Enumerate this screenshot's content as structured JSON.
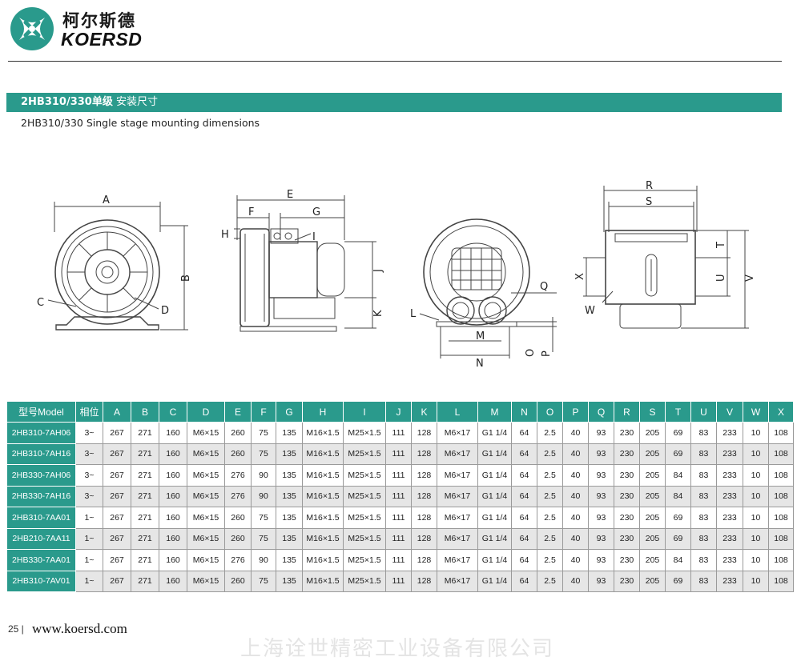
{
  "brand": {
    "cn_name": "柯尔斯德",
    "en_name": "KOERSD"
  },
  "section": {
    "title_bold": "2HB310/330单级",
    "title_normal": " 安装尺寸",
    "subtitle": "2HB310/330  Single stage mounting dimensions"
  },
  "drawing_labels": {
    "A": "A",
    "B": "B",
    "C": "C",
    "D": "D",
    "E": "E",
    "F": "F",
    "G": "G",
    "H": "H",
    "I": "I",
    "J": "J",
    "K": "K",
    "L": "L",
    "M": "M",
    "N": "N",
    "O": "O",
    "P": "P",
    "Q": "Q",
    "R": "R",
    "S": "S",
    "T": "T",
    "U": "U",
    "V": "V",
    "W": "W",
    "X": "X"
  },
  "table": {
    "headers": [
      "型号Model",
      "相位",
      "A",
      "B",
      "C",
      "D",
      "E",
      "F",
      "G",
      "H",
      "I",
      "J",
      "K",
      "L",
      "M",
      "N",
      "O",
      "P",
      "Q",
      "R",
      "S",
      "T",
      "U",
      "V",
      "W",
      "X"
    ],
    "rows": [
      [
        "2HB310-7AH06",
        "3~",
        "267",
        "271",
        "160",
        "M6×15",
        "260",
        "75",
        "135",
        "M16×1.5",
        "M25×1.5",
        "111",
        "128",
        "M6×17",
        "G1 1/4",
        "64",
        "2.5",
        "40",
        "93",
        "230",
        "205",
        "69",
        "83",
        "233",
        "10",
        "108"
      ],
      [
        "2HB310-7AH16",
        "3~",
        "267",
        "271",
        "160",
        "M6×15",
        "260",
        "75",
        "135",
        "M16×1.5",
        "M25×1.5",
        "111",
        "128",
        "M6×17",
        "G1 1/4",
        "64",
        "2.5",
        "40",
        "93",
        "230",
        "205",
        "69",
        "83",
        "233",
        "10",
        "108"
      ],
      [
        "2HB330-7AH06",
        "3~",
        "267",
        "271",
        "160",
        "M6×15",
        "276",
        "90",
        "135",
        "M16×1.5",
        "M25×1.5",
        "111",
        "128",
        "M6×17",
        "G1 1/4",
        "64",
        "2.5",
        "40",
        "93",
        "230",
        "205",
        "84",
        "83",
        "233",
        "10",
        "108"
      ],
      [
        "2HB330-7AH16",
        "3~",
        "267",
        "271",
        "160",
        "M6×15",
        "276",
        "90",
        "135",
        "M16×1.5",
        "M25×1.5",
        "111",
        "128",
        "M6×17",
        "G1 1/4",
        "64",
        "2.5",
        "40",
        "93",
        "230",
        "205",
        "84",
        "83",
        "233",
        "10",
        "108"
      ],
      [
        "2HB310-7AA01",
        "1~",
        "267",
        "271",
        "160",
        "M6×15",
        "260",
        "75",
        "135",
        "M16×1.5",
        "M25×1.5",
        "111",
        "128",
        "M6×17",
        "G1 1/4",
        "64",
        "2.5",
        "40",
        "93",
        "230",
        "205",
        "69",
        "83",
        "233",
        "10",
        "108"
      ],
      [
        "2HB210-7AA11",
        "1~",
        "267",
        "271",
        "160",
        "M6×15",
        "260",
        "75",
        "135",
        "M16×1.5",
        "M25×1.5",
        "111",
        "128",
        "M6×17",
        "G1 1/4",
        "64",
        "2.5",
        "40",
        "93",
        "230",
        "205",
        "69",
        "83",
        "233",
        "10",
        "108"
      ],
      [
        "2HB330-7AA01",
        "1~",
        "267",
        "271",
        "160",
        "M6×15",
        "276",
        "90",
        "135",
        "M16×1.5",
        "M25×1.5",
        "111",
        "128",
        "M6×17",
        "G1 1/4",
        "64",
        "2.5",
        "40",
        "93",
        "230",
        "205",
        "84",
        "83",
        "233",
        "10",
        "108"
      ],
      [
        "2HB310-7AV01",
        "1~",
        "267",
        "271",
        "160",
        "M6×15",
        "260",
        "75",
        "135",
        "M16×1.5",
        "M25×1.5",
        "111",
        "128",
        "M6×17",
        "G1 1/4",
        "64",
        "2.5",
        "40",
        "93",
        "230",
        "205",
        "69",
        "83",
        "233",
        "10",
        "108"
      ]
    ]
  },
  "footer": {
    "page_number": "25 |",
    "url": "www.koersd.com",
    "company": "上海诠世精密工业设备有限公司"
  },
  "colors": {
    "accent": "#2a9a8c",
    "row_alt": "#e6e6e6"
  }
}
